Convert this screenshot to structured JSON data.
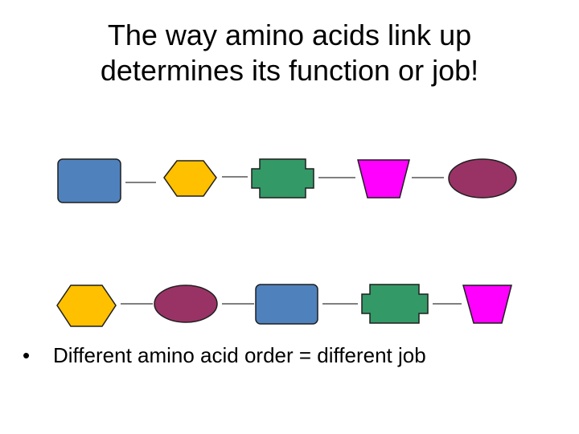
{
  "slide": {
    "title_line1": "The way amino acids link up",
    "title_line2": "determines its function or job!",
    "bullet_symbol": "•",
    "bullet_text": "Different amino acid order = different job"
  },
  "colors": {
    "blue": "#4F81BD",
    "yellow": "#FFC000",
    "green": "#339966",
    "magenta": "#FF00FF",
    "purple": "#993366",
    "outline": "#1f1f1f",
    "connector": "#000000"
  },
  "chains": [
    {
      "name": "chain-1",
      "shapes": [
        "rounded-square",
        "hexagon",
        "cross-block",
        "trapezoid",
        "ellipse"
      ]
    },
    {
      "name": "chain-2",
      "shapes": [
        "hexagon",
        "ellipse",
        "rounded-square",
        "cross-block",
        "trapezoid"
      ]
    }
  ]
}
